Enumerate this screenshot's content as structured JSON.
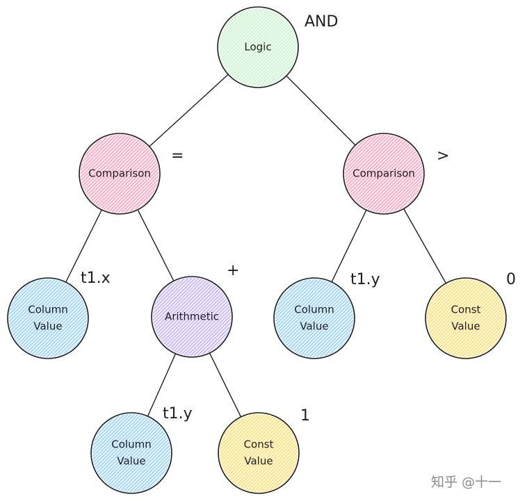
{
  "colors": {
    "logic": "#b2f2bb",
    "comparison": "#f783ac",
    "arithmetic": "#b197fc",
    "column": "#74c0fc",
    "const": "#ffd43b",
    "stroke": "#1e1e1e",
    "watermark": "#8a8a8a"
  },
  "nodes": {
    "logic": {
      "lines": [
        "Logic"
      ],
      "kind": "logic",
      "annotation": "AND"
    },
    "comparison_eq": {
      "lines": [
        "Comparison"
      ],
      "kind": "comparison",
      "annotation": "="
    },
    "comparison_gt": {
      "lines": [
        "Comparison"
      ],
      "kind": "comparison",
      "annotation": ">"
    },
    "column_t1x": {
      "lines": [
        "Column",
        "Value"
      ],
      "kind": "column",
      "annotation": "t1.x"
    },
    "arithmetic": {
      "lines": [
        "Arithmetic"
      ],
      "kind": "arithmetic",
      "annotation": "+"
    },
    "column_t1y_a": {
      "lines": [
        "Column",
        "Value"
      ],
      "kind": "column",
      "annotation": "t1.y"
    },
    "const_1": {
      "lines": [
        "Const",
        "Value"
      ],
      "kind": "const",
      "annotation": "1"
    },
    "column_t1y_b": {
      "lines": [
        "Column",
        "Value"
      ],
      "kind": "column",
      "annotation": "t1.y"
    },
    "const_0": {
      "lines": [
        "Const",
        "Value"
      ],
      "kind": "const",
      "annotation": "0"
    }
  },
  "edges": [
    [
      "logic",
      "comparison_eq"
    ],
    [
      "logic",
      "comparison_gt"
    ],
    [
      "comparison_eq",
      "column_t1x"
    ],
    [
      "comparison_eq",
      "arithmetic"
    ],
    [
      "arithmetic",
      "column_t1y_a"
    ],
    [
      "arithmetic",
      "const_1"
    ],
    [
      "comparison_gt",
      "column_t1y_b"
    ],
    [
      "comparison_gt",
      "const_0"
    ]
  ],
  "watermark": "知乎 @十一"
}
